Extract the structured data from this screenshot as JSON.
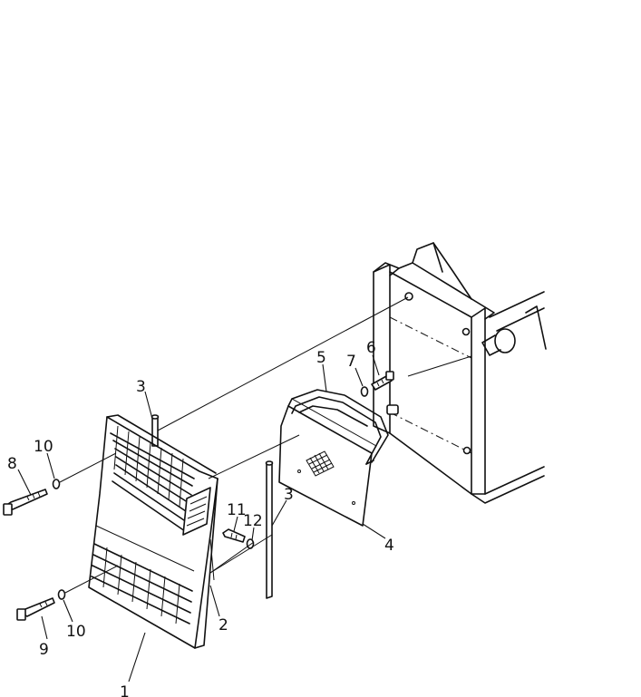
{
  "callouts": {
    "c1": "1",
    "c2": "2",
    "c3a": "3",
    "c3b": "3",
    "c4": "4",
    "c5": "5",
    "c6": "6",
    "c7": "7",
    "c8": "8",
    "c9": "9",
    "c10a": "10",
    "c10b": "10",
    "c11": "11",
    "c12": "12"
  }
}
